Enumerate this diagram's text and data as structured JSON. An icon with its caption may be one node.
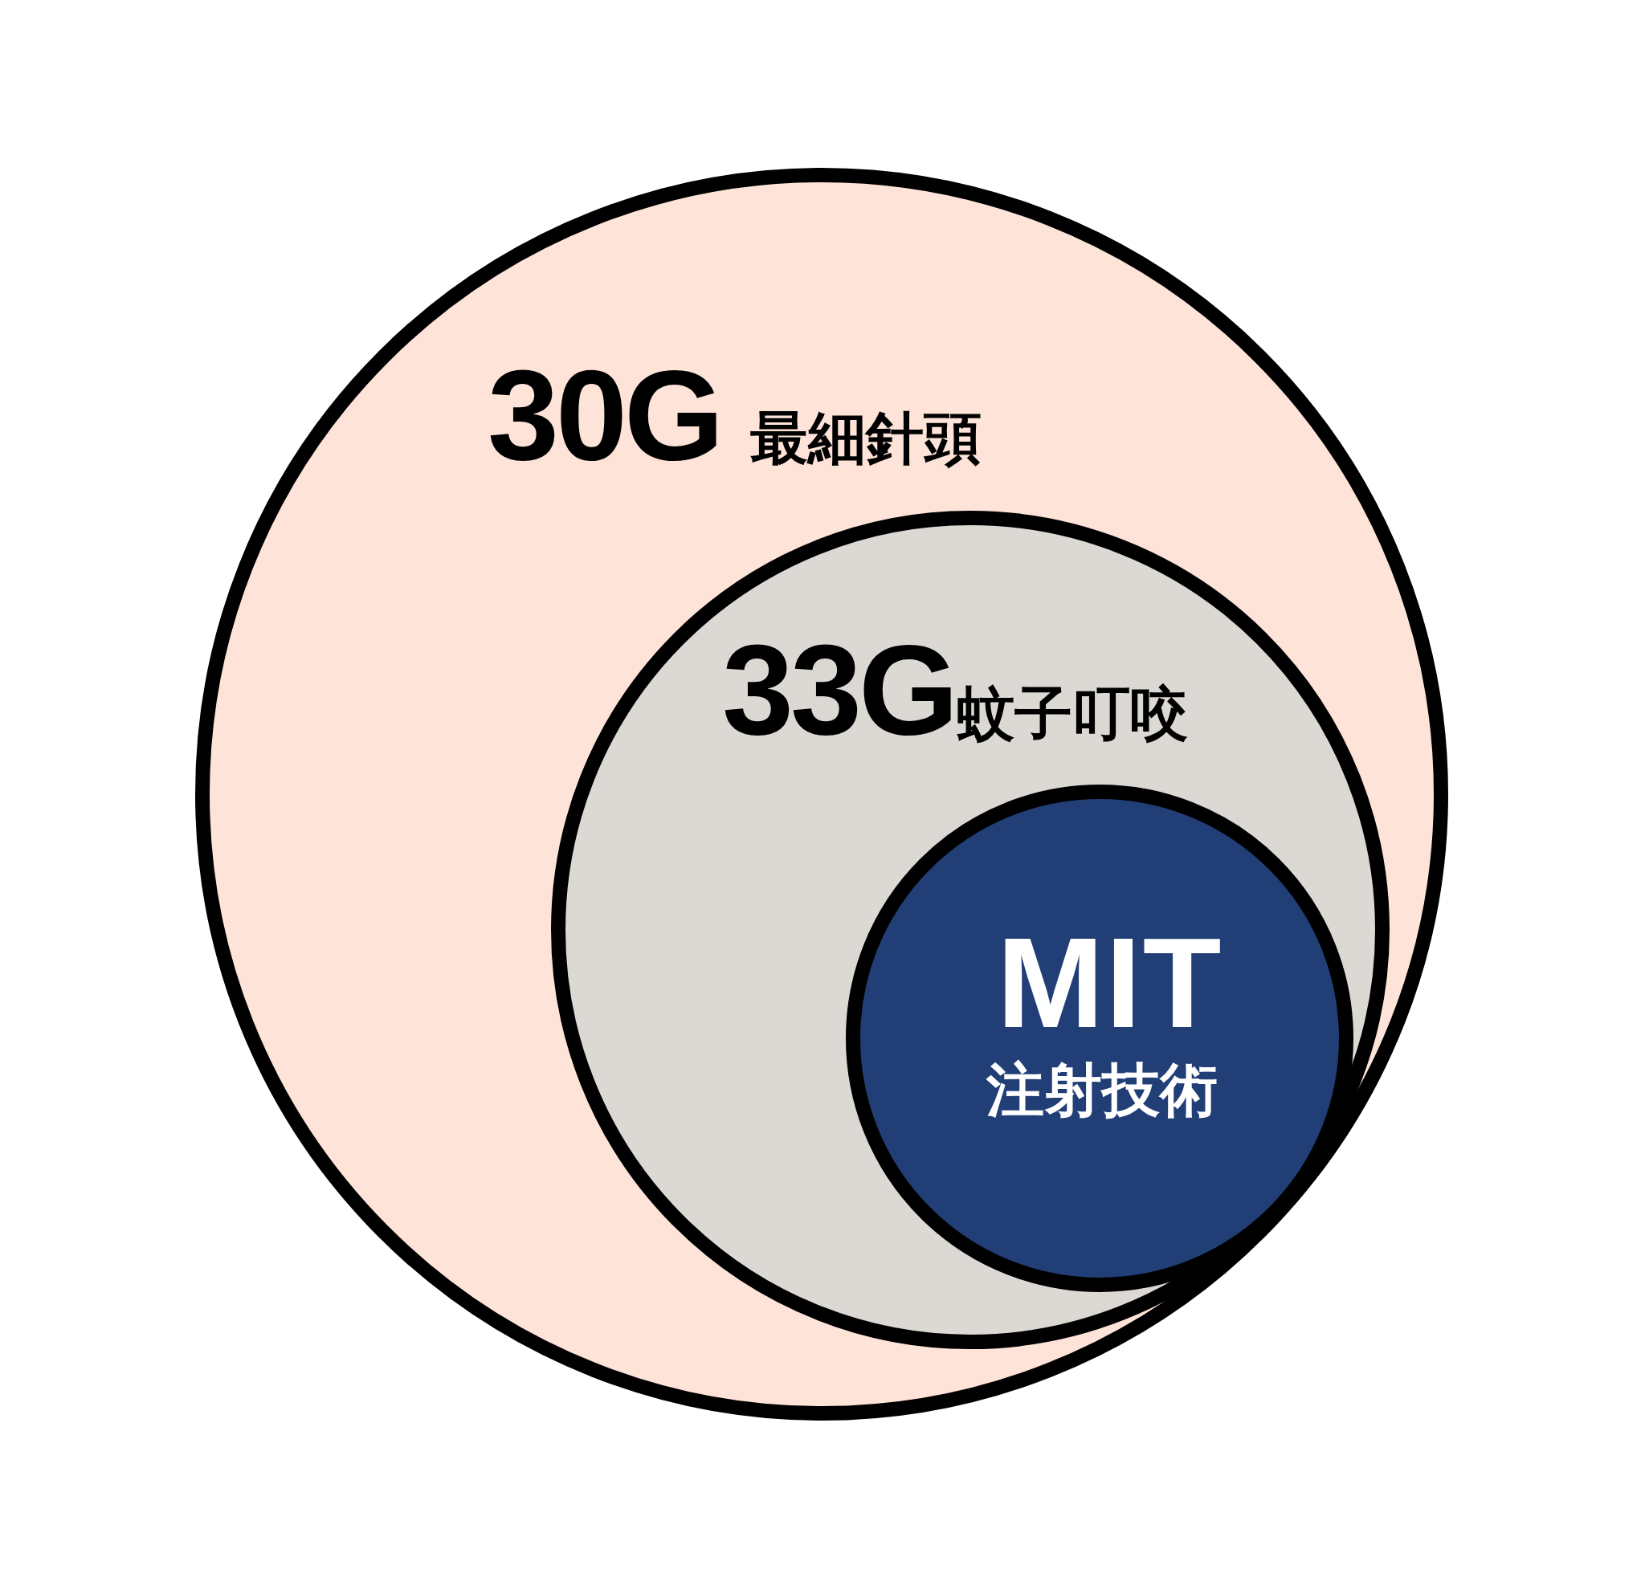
{
  "diagram": {
    "nodes": [
      {
        "text": [
          "30G",
          "最細針頭"
        ]
      },
      {
        "text": [
          "33G",
          "蚊子叮咬"
        ],
        "in": 0
      },
      {
        "text": [
          "MIT",
          "注射技術"
        ],
        "in": 1
      }
    ]
  }
}
